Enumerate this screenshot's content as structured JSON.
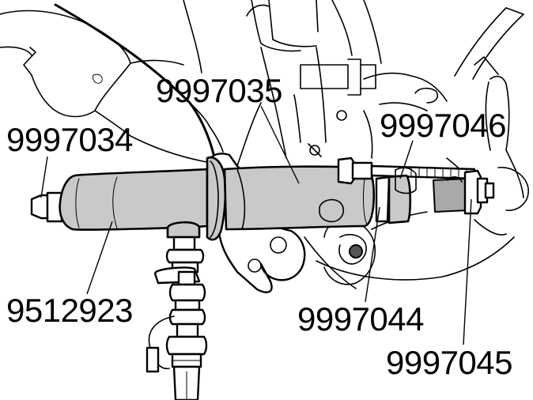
{
  "colors": {
    "line": "#000000",
    "cylinder_fill": "#c9c9c9",
    "shade_fill": "#a9a9a9",
    "dark_fill": "#555555",
    "background": "#ffffff"
  },
  "callouts": {
    "tool_9997035": "9997035",
    "tool_9997034": "9997034",
    "tool_9997046": "9997046",
    "tool_9512923": "9512923",
    "tool_9997044": "9997044",
    "tool_9997045": "9997045"
  }
}
